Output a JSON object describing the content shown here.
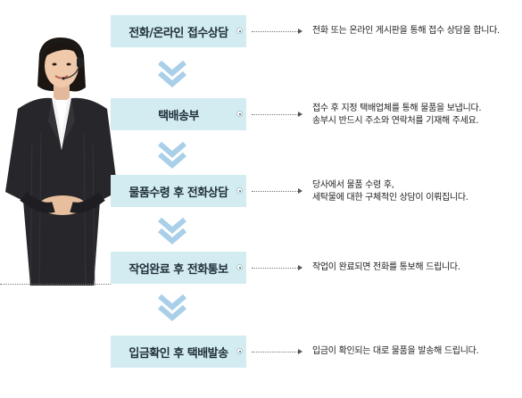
{
  "colors": {
    "step_bg": "#d2ecf1",
    "chevron": "#a9cfe9",
    "text": "#222222"
  },
  "steps": [
    {
      "label": "전화/온라인 접수상담",
      "desc": [
        "전화 또는 온라인 게시판을 통해 접수 상담을 합니다."
      ]
    },
    {
      "label": "택배송부",
      "desc": [
        "접수 후 지정 택배업체를 통해 물품을 보냅니다.",
        "송부시 반드시 주소와 연락처를 기재해 주세요."
      ]
    },
    {
      "label": "물품수령 후 전화상담",
      "desc": [
        "당사에서 물품 수령 후,",
        "세탁물에 대한 구체적인 상담이 이뤄집니다."
      ]
    },
    {
      "label": "작업완료 후 전화통보",
      "desc": [
        "작업이 완료되면 전화를 통보해 드립니다."
      ]
    },
    {
      "label": "입금확인 후 택배발송",
      "desc": [
        "입금이 확인되는 대로 물품을 발송해 드립니다."
      ]
    }
  ],
  "icons": [
    "headset-operator-image",
    "chevron-down-icon"
  ]
}
